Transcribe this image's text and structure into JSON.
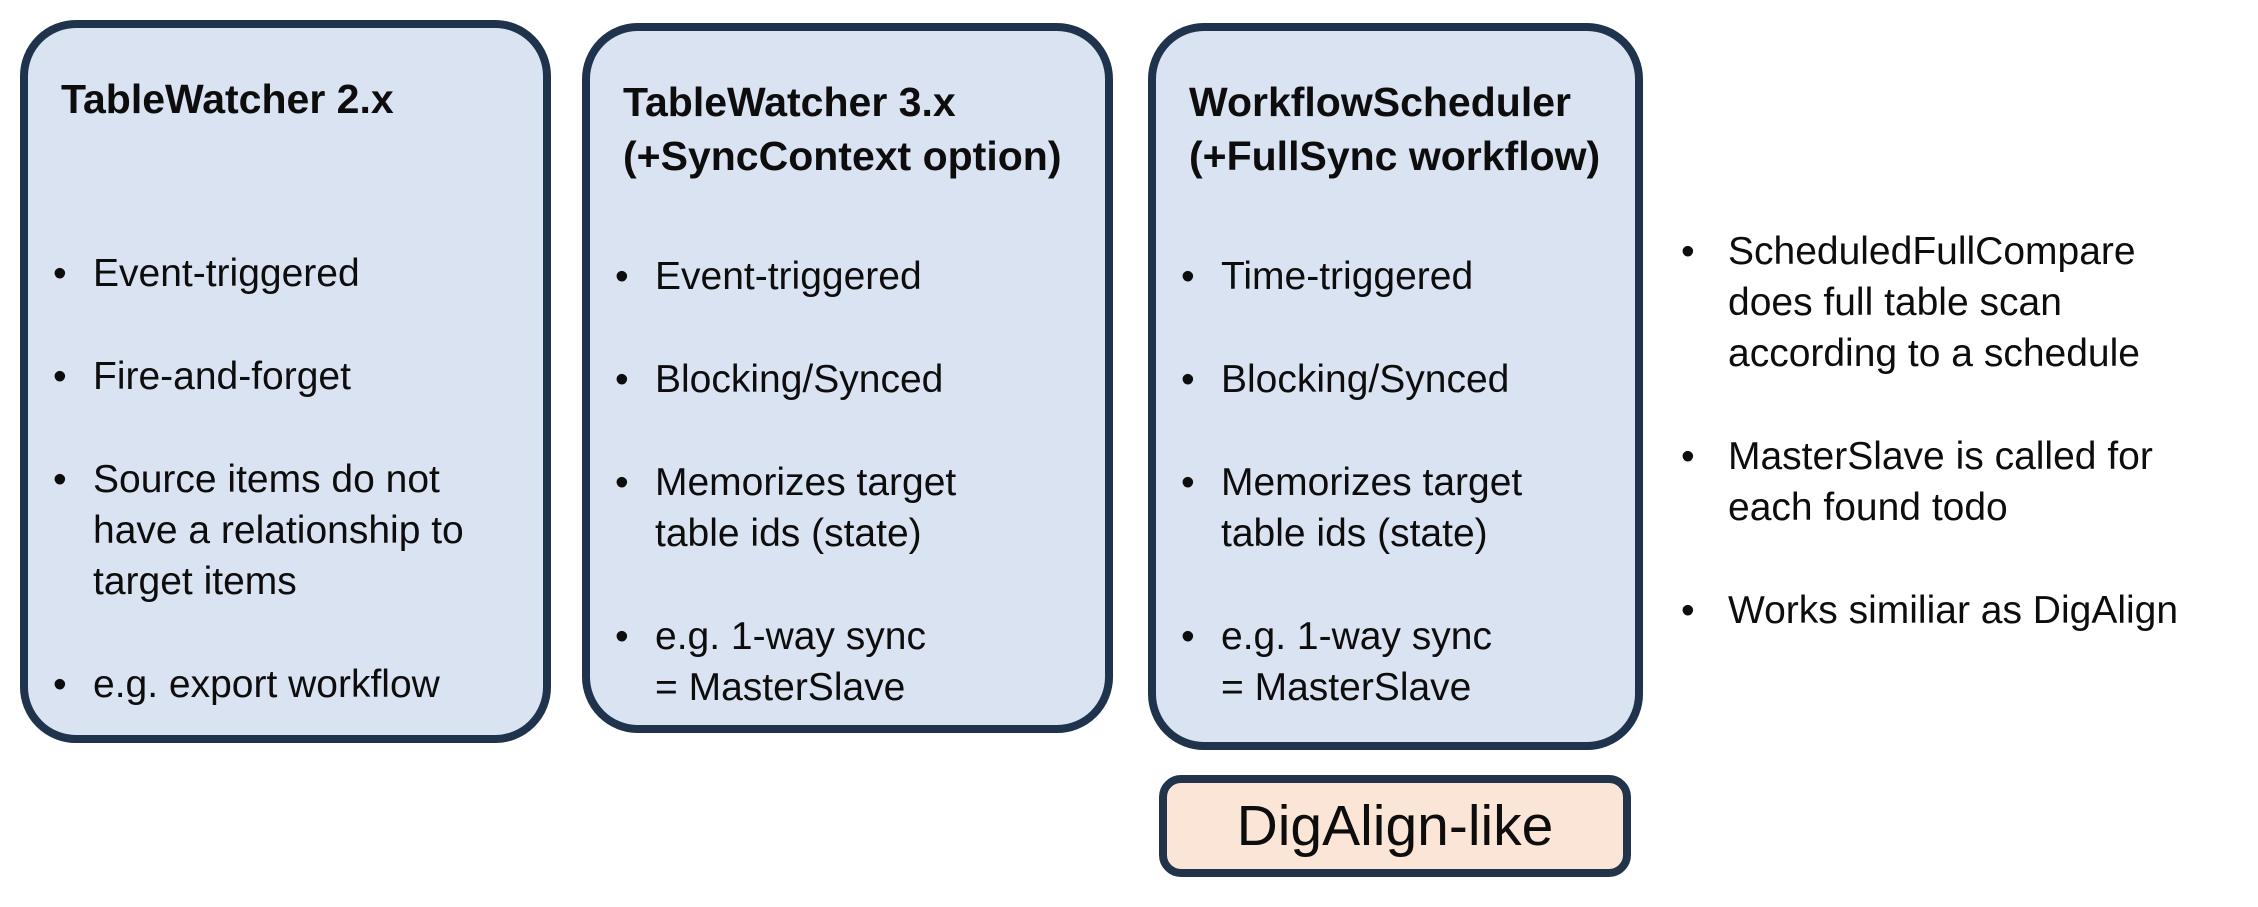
{
  "colors": {
    "background": "#ffffff",
    "card_fill": "#dae3f1",
    "card_border": "#1f334c",
    "badge_fill": "#fbe5d6",
    "badge_border": "#22344a",
    "text": "#0d0d0d"
  },
  "cards": [
    {
      "title": "TableWatcher 2.x",
      "bullets": [
        "Event-triggered",
        "Fire-and-forget",
        "Source items do not\nhave a relationship to\ntarget items",
        "e.g. export workflow"
      ]
    },
    {
      "title": "TableWatcher 3.x\n(+SyncContext option)",
      "bullets": [
        "Event-triggered",
        "Blocking/Synced",
        "Memorizes target\ntable ids (state)",
        "e.g. 1-way sync\n= MasterSlave"
      ]
    },
    {
      "title": "WorkflowScheduler\n(+FullSync workflow)",
      "bullets": [
        "Time-triggered",
        "Blocking/Synced",
        "Memorizes target\ntable ids (state)",
        "e.g. 1-way sync\n= MasterSlave"
      ]
    }
  ],
  "notes": {
    "bullets": [
      "ScheduledFullCompare\ndoes full table scan\naccording to a schedule",
      "MasterSlave is called for\neach found todo",
      "Works similiar as DigAlign"
    ]
  },
  "badge": {
    "label": "DigAlign-like"
  }
}
